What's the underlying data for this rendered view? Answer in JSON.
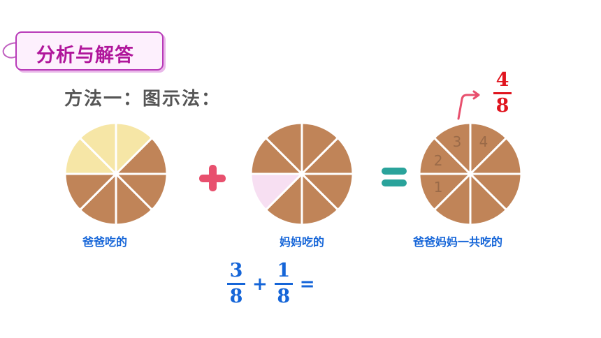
{
  "header": {
    "title": "分析与解答"
  },
  "method": {
    "label": "方法一：图示法："
  },
  "circles": [
    {
      "caption": "爸爸吃的",
      "eaten": 3,
      "total": 8,
      "eaten_color": "#f6e6a6"
    },
    {
      "caption": "妈妈吃的",
      "eaten": 1,
      "total": 8,
      "eaten_color": "#f7dff2"
    },
    {
      "caption": "爸爸妈妈一共吃的",
      "total": 8,
      "slice_numbers": [
        "1",
        "2",
        "3",
        "4"
      ]
    }
  ],
  "operators": {
    "plus": "+",
    "equals": "="
  },
  "equation": {
    "frac1": {
      "num": "3",
      "den": "8"
    },
    "plus": "+",
    "frac2": {
      "num": "1",
      "den": "8"
    },
    "equals": "="
  },
  "answer": {
    "num": "4",
    "den": "8"
  },
  "colors": {
    "slice": "#c08458",
    "header_border": "#b83ab8",
    "header_text": "#b0169b",
    "caption": "#1565d8",
    "answer": "#e0141e",
    "plus_sign": "#e8506e",
    "equals_sign": "#2aa39b",
    "arrow": "#e8506e"
  }
}
